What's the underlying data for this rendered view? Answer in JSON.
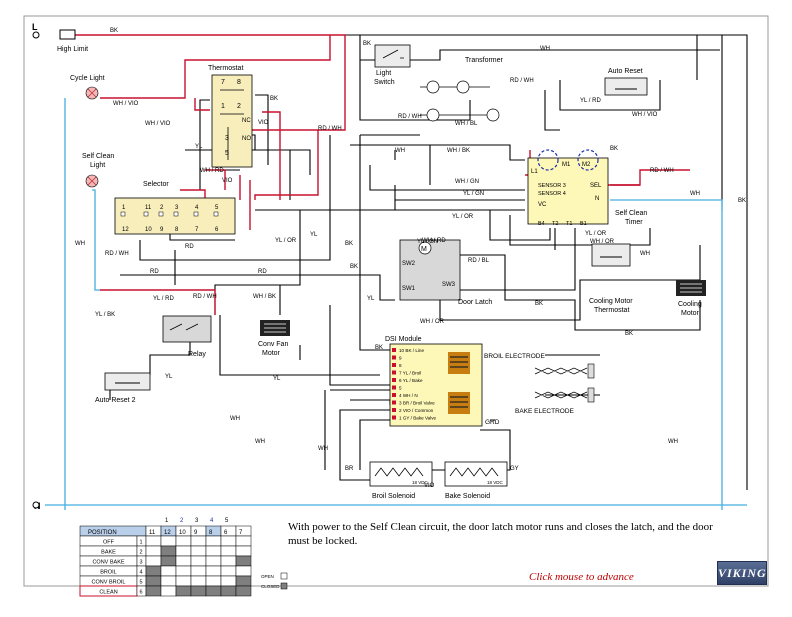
{
  "labels": {
    "L": "L",
    "N": "N",
    "high_limit": "High Limit",
    "cycle_light": "Cycle Light",
    "self_clean_light_1": "Self Clean",
    "self_clean_light_2": "Light",
    "thermostat": "Thermostat",
    "selector": "Selector",
    "light_switch_1": "Light",
    "light_switch_2": "Switch",
    "transformer": "Transformer",
    "auto_reset": "Auto Reset",
    "auto_reset_2": "Auto Reset 2",
    "relay": "Relay",
    "conv_fan_1": "Conv Fan",
    "conv_fan_2": "Motor",
    "door_latch": "Door Latch",
    "self_clean_timer_1": "Self Clean",
    "self_clean_timer_2": "Timer",
    "cooling_motor_thermostat_1": "Cooling Motor",
    "cooling_motor_thermostat_2": "Thermostat",
    "cooling_motor_1": "Cooling",
    "cooling_motor_2": "Motor",
    "dsi_module": "DSI Module",
    "broil_electrode": "BROIL ELECTRODE",
    "bake_electrode": "BAKE ELECTRODE",
    "grd": "GRD",
    "broil_solenoid": "Broil Solenoid",
    "bake_solenoid": "Bake Solenoid",
    "vdc_1": "18 VDC",
    "vdc_2": "18 VDC"
  },
  "wire_labels": {
    "bk_top": "BK",
    "wh_top": "WH",
    "wh_vio_1": "WH / VIO",
    "wh_vio_2": "WH / VIO",
    "rd_wh_1": "RD / WH",
    "bk_therm": "BK",
    "vio_therm": "VIO",
    "nc": "NC",
    "no": "NO",
    "yl_therm": "YL",
    "wh_rd": "WH / RD",
    "vio_sel": "VIO",
    "bk_ls": "BK",
    "rd_wh_t": "RD / WH",
    "rd_wh_t2": "RD / WH",
    "wh_bl": "WH / BL",
    "yl_rd": "YL / RD",
    "wh_vio_ar": "WH / VIO",
    "wh_mid": "WH",
    "wh_bk": "WH / BK",
    "bk_timer": "BK",
    "rd_wh_timer": "RD / WH",
    "wh_gn_1": "WH / GN",
    "yl_gn": "YL / GN",
    "yl_or_1": "YL / OR",
    "yl_or_2": "YL / OR",
    "wh_or": "WH / OR",
    "wh_right": "WH",
    "bk_right": "BK",
    "wh_sel": "WH",
    "rd_wh_sel": "RD / WH",
    "rd_sel": "RD",
    "rd_sel2": "RD",
    "rd_sel3": "RD",
    "yl_sel": "YL",
    "bk_sel": "BK",
    "yl_or_3": "YL / OR",
    "wh_rd_2": "WH / RD",
    "rd_bl": "RD / BL",
    "bk_dl": "BK",
    "yl_dl": "YL",
    "yl_gn_dl": "YL / GN",
    "wh_or_dl": "WH / OR",
    "bk_cm": "BK",
    "bk_cm2": "BK",
    "rd_wh_relay": "RD / WH",
    "wh_bk_relay": "WH / BK",
    "yl_rd_relay": "YL / RD",
    "yl_bk": "YL / BK",
    "yl_ar2": "YL",
    "yl_dsi": "YL",
    "bk_dsi": "BK",
    "wh_1": "WH",
    "wh_2": "WH",
    "wh_3": "WH",
    "wh_4": "WH",
    "wh_5": "WH",
    "br": "BR",
    "vio_sol": "VIO",
    "gy": "GY"
  },
  "sw_labels": {
    "sw2": "SW2",
    "sw1": "SW1",
    "sw3": "SW3",
    "motor": "M"
  },
  "therm_pins": [
    "7",
    "8",
    "1",
    "2",
    "3",
    "5"
  ],
  "selector_pins": [
    "1",
    "11",
    "2",
    "3",
    "4",
    "5",
    "12",
    "10",
    "9",
    "8",
    "7",
    "6"
  ],
  "timer_pins": {
    "l1": "L1",
    "m1": "M1",
    "m2": "M2",
    "sensor3": "SENSOR 3",
    "sensor4": "SENSOR 4",
    "vc": "VC",
    "sel": "SEL",
    "n": "N",
    "b4": "B4",
    "t2": "T2",
    "t1": "T1",
    "b1": "B1"
  },
  "dsi_pins": [
    "10  BK / Line",
    "9",
    "8",
    "7  YL / Broil",
    "6  YL / Bake",
    "5",
    "4  WH / N",
    "3  BR / Broil Valve",
    "2  VIO / Common",
    "1  GY / Bake Valve"
  ],
  "position_table": {
    "header_position": "POSITION",
    "columns": [
      "11",
      "12",
      "10",
      "9",
      "8",
      "6",
      "7"
    ],
    "top_numbers": [
      "1",
      "2",
      "3",
      "4",
      "5"
    ],
    "rows": [
      {
        "name": "OFF",
        "num": "1",
        "closed": []
      },
      {
        "name": "BAKE",
        "num": "2",
        "closed": [
          1
        ]
      },
      {
        "name": "CONV BAKE",
        "num": "3",
        "closed": [
          1,
          6
        ]
      },
      {
        "name": "BROIL",
        "num": "4",
        "closed": [
          0
        ]
      },
      {
        "name": "CONV BROIL",
        "num": "5",
        "closed": [
          0,
          6
        ]
      },
      {
        "name": "CLEAN",
        "num": "6",
        "closed": [
          0,
          2,
          3,
          4,
          5,
          6
        ]
      }
    ],
    "legend_open": "OPEN",
    "legend_closed": "CLOSED"
  },
  "caption": "With power to the Self Clean circuit, the door latch motor runs and closes the latch, and the door must be locked.",
  "advance": "Click mouse to advance",
  "brand": "VIKING",
  "colors": {
    "hot": "#c8102e",
    "neutral": "#45aee0",
    "wire": "#000000",
    "module": "#fdf7b8",
    "terminal": "#f5e7a8"
  }
}
